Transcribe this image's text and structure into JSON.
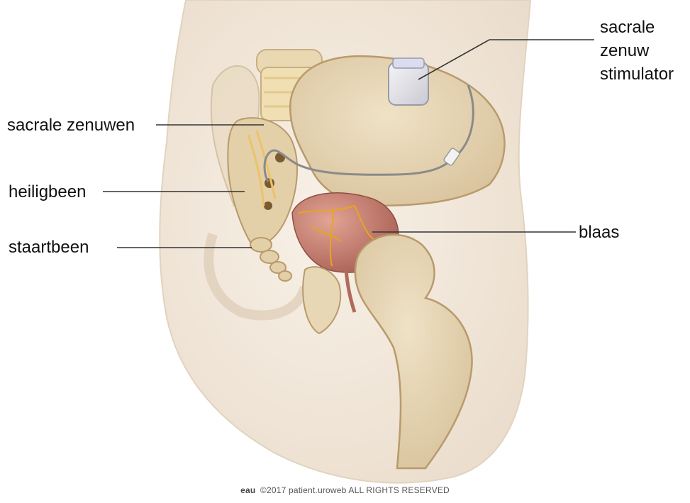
{
  "labels": {
    "stimulator": [
      "sacrale",
      "zenuw",
      "stimulator"
    ],
    "sacral_nerves": "sacrale zenuwen",
    "sacrum": "heiligbeen",
    "coccyx": "staartbeen",
    "bladder": "blaas"
  },
  "footer": {
    "logo": "eau",
    "text": "©2017 patient.uroweb ALL RIGHTS RESERVED"
  },
  "colors": {
    "bone": "#e8d7b5",
    "bone_shade": "#cdb48a",
    "skin": "#f3e9dd",
    "bladder": "#c0786a",
    "nerve": "#e7a520",
    "leader_line": "#333333"
  }
}
